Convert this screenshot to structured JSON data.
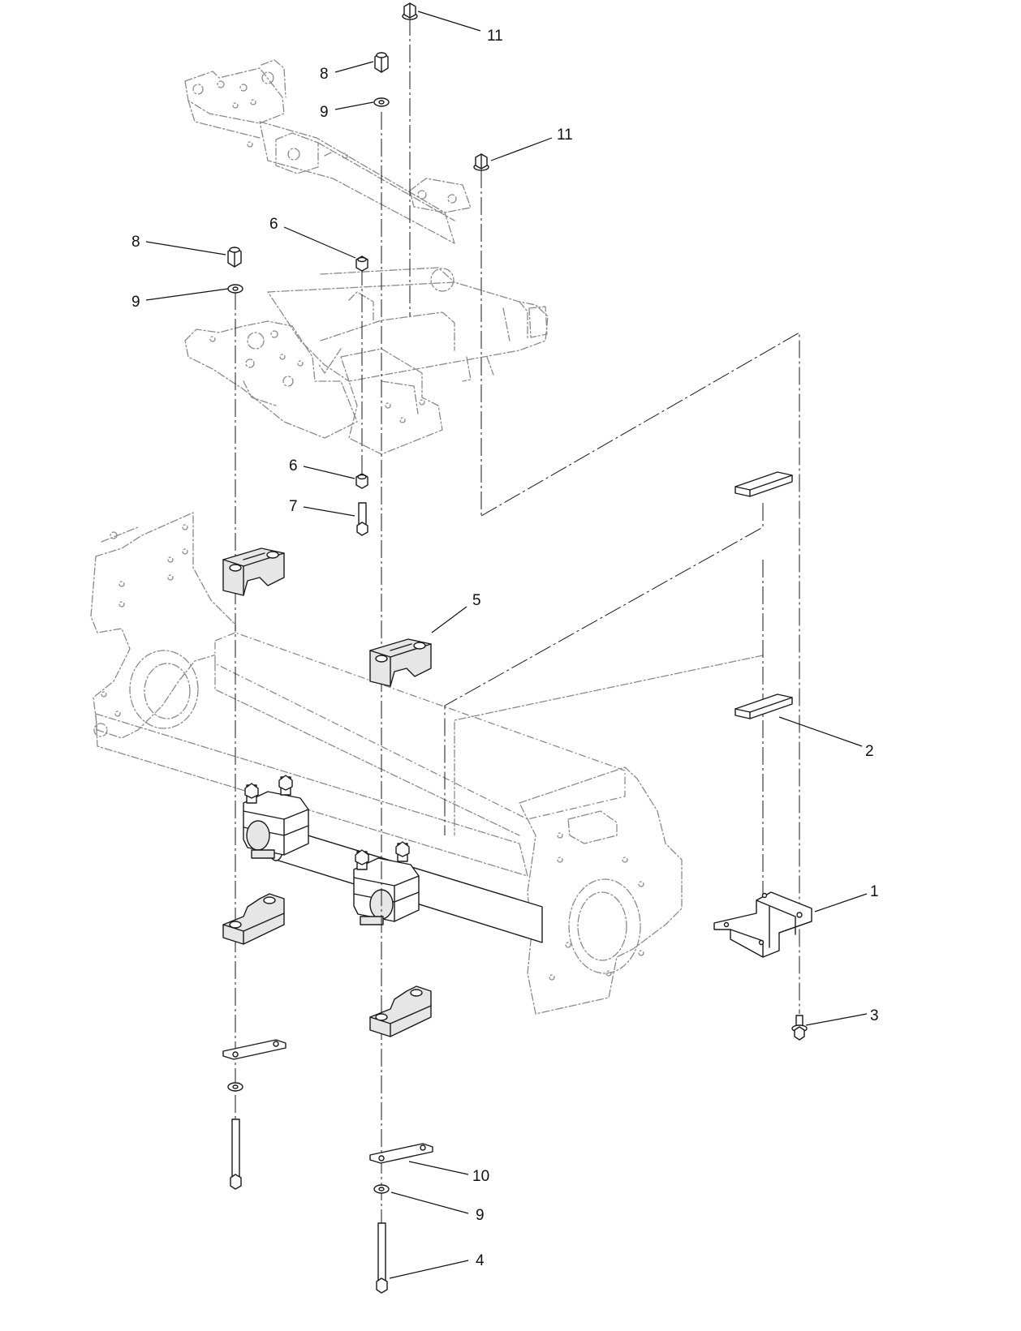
{
  "callouts": [
    {
      "label": "11"
    },
    {
      "label": "8"
    },
    {
      "label": "9"
    },
    {
      "label": "11"
    },
    {
      "label": "8"
    },
    {
      "label": "6"
    },
    {
      "label": "9"
    },
    {
      "label": "6"
    },
    {
      "label": "7"
    },
    {
      "label": "5"
    },
    {
      "label": "2"
    },
    {
      "label": "1"
    },
    {
      "label": "3"
    },
    {
      "label": "10"
    },
    {
      "label": "9"
    },
    {
      "label": "4"
    }
  ]
}
